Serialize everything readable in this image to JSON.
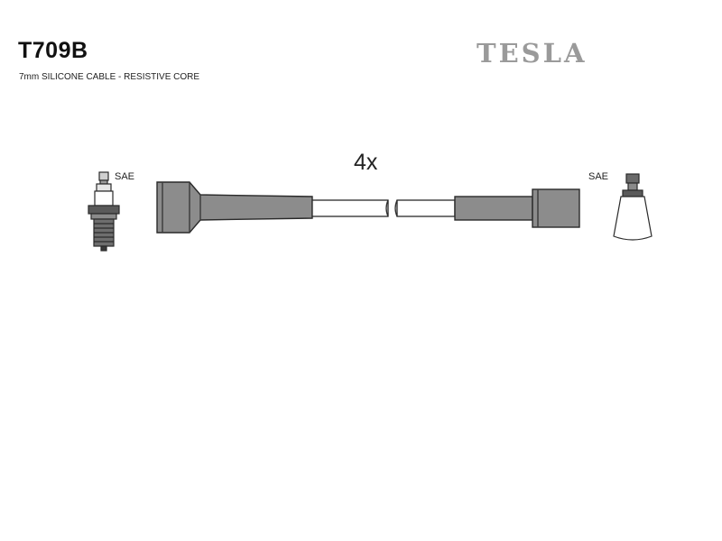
{
  "header": {
    "part_number": "T709B",
    "description": "7mm SILICONE CABLE - RESISTIVE CORE",
    "brand": "TESLA"
  },
  "diagram": {
    "quantity_label": "4x",
    "left_terminal_label": "SAE",
    "right_terminal_label": "SAE"
  },
  "colors": {
    "boot_fill": "#8c8c8c",
    "outline": "#2a2a2a",
    "brand_gray": "#9a9a9a"
  }
}
